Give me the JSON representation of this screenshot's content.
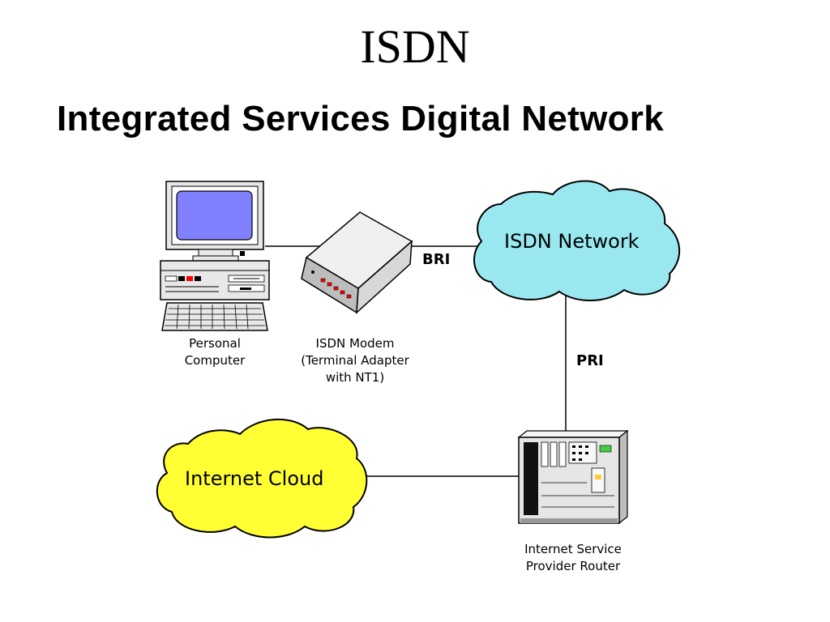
{
  "slide": {
    "title": "ISDN",
    "subtitle": "Integrated Services Digital Network"
  },
  "nodes": {
    "pc": {
      "label": "Personal\nComputer",
      "icon": "computer-icon"
    },
    "modem": {
      "label": "ISDN Modem\n(Terminal Adapter\nwith NT1)",
      "icon": "modem-icon"
    },
    "isdn_network": {
      "label": "ISDN Network",
      "fill": "#99e8f0"
    },
    "internet_cloud": {
      "label": "Internet Cloud",
      "fill": "#ffff33"
    },
    "router": {
      "label": "Internet Service\nProvider Router",
      "icon": "server-router-icon"
    }
  },
  "links": {
    "bri": {
      "label": "BRI"
    },
    "pri": {
      "label": "PRI"
    }
  }
}
